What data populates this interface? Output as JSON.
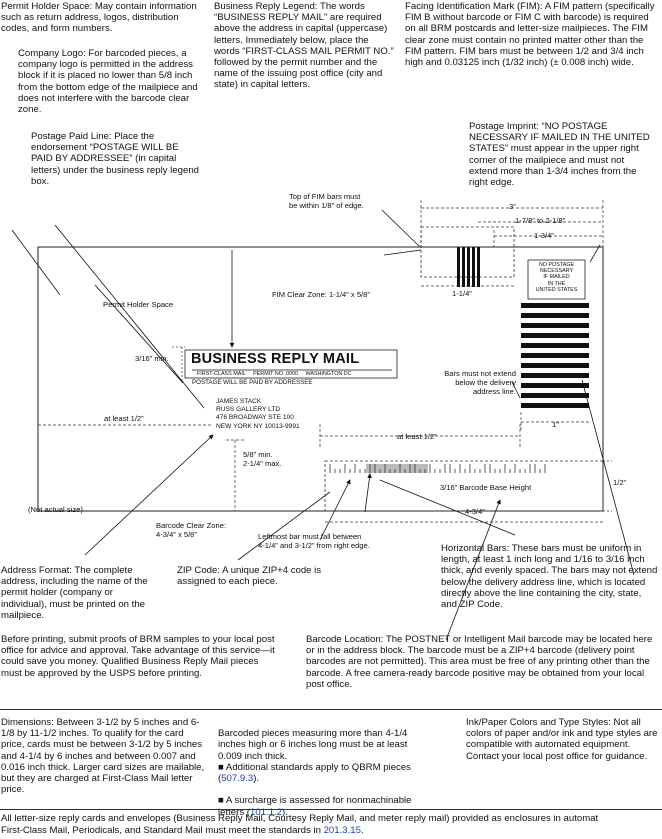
{
  "notes": {
    "permit_holder_space": {
      "label": "Permit Holder Space:",
      "text": " May contain information such as return address, logos, distribution codes, and form numbers."
    },
    "company_logo": {
      "label": "Company Logo:",
      "text": " For barcoded pieces, a company logo is permitted in the address block if it is placed no lower than 5/8 inch from the bottom edge of the mailpiece and does not interfere with the barcode clear zone."
    },
    "postage_paid_line": {
      "label": "Postage Paid Line:",
      "text": " Place the endorsement “POSTAGE WILL BE PAID BY ADDRESSEE” (in capital letters) under the business reply legend box."
    },
    "business_reply_legend": {
      "label": "Business Reply Legend:",
      "text": " The words “BUSINESS REPLY MAIL” are required above the address in capital (uppercase) letters. Immediately below, place the words “FIRST-CLASS MAIL PERMIT NO.” followed by the permit number and the name of the issuing post office (city and state) in capital letters."
    },
    "fim": {
      "label": "Facing Identification Mark (FIM):",
      "text": " A FIM pattern (specifically FIM B without barcode or FIM C with barcode) is required on all BRM postcards and letter-size mailpieces.  The FIM clear zone must contain no printed matter other than the FIM pattern. FIM bars must be between 1/2 and 3/4 inch high and 0.03125 inch (1/32 inch) (± 0.008 inch) wide."
    },
    "postage_imprint": {
      "label": "Postage Imprint:",
      "text": " “NO POSTAGE NECESSARY IF MAILED IN THE UNITED STATES” must appear in the upper right corner of the mailpiece and must not extend more than 1-3/4 inches from the right edge."
    },
    "address_format": {
      "label": "Address Format:",
      "text": " The complete address, including the name of the permit holder (company or individual), must be printed on the mailpiece."
    },
    "zip_code": {
      "label": "ZIP Code:",
      "text": " A unique ZIP+4 code is assigned to each piece."
    },
    "horizontal_bars": {
      "label": "Horizontal Bars:",
      "text": " These bars must be uniform in length, at least 1 inch long and 1/16 to 3/16 inch thick, and evenly spaced. The bars may not extend below the delivery address line, which is located directly above the line containing the city, state, and ZIP Code."
    },
    "barcode_location": {
      "label": "Barcode Location:",
      "text": " The POSTNET or Intelligent Mail barcode may be located here or in the address block. The barcode must be a ZIP+4 barcode (delivery point barcodes are not permitted). This area must be free of any printing other than the barcode. A free camera-ready barcode positive may be obtained from your local post office."
    },
    "before_printing": "Before printing, submit proofs of BRM samples to your local post office for advice and approval. Take advantage of this service—it could save you money. Qualified Business Reply Mail pieces must be approved by the USPS before printing."
  },
  "diagram": {
    "permit_holder_space": "Permit Holder Space",
    "fim_top": "Top of FIM bars must\nbe within 1/8” of edge.",
    "fim_clear_zone": "FIM Clear Zone: 1-1/4” x 5/8”",
    "fim_width": "1-1/4”",
    "dim_3": "3”",
    "dim_1_7_8": "1-7/8” to 2-1/8”",
    "dim_1_3_4": "1-3/4”",
    "imprint_lines": "NO POSTAGE\nNECESSARY\nIF MAILED\nIN THE\nUNITED STATES",
    "bars_note": "Bars must not extend\nbelow the delivery\naddress line.",
    "dim_1": "1”",
    "dim_3_16": "3/16” min.",
    "brm_title": "BUSINESS REPLY MAIL",
    "brm_permit": "FIRST-CLASS MAIL     PERMIT NO. 0000     WASHINGTON DC",
    "postage_paid": "POSTAGE WILL BE PAID BY ADDRESSEE",
    "address": "JAMES STACK\nRUSS GALLERY LTD\n476 BROADWAY STE 100\nNEW YORK NY  10013-9991",
    "at_least_left": "at least 1/2”",
    "at_least_right": "at least 1/2”",
    "dim_5_8": "5/8” min.\n2-1/4” max.",
    "barcode_base": "3/16” Barcode Base Height",
    "dim_1_2": "1/2”",
    "dim_4_3_4": "4-3/4”",
    "not_actual": "(Not actual size)",
    "barcode_clear_zone": "Barcode Clear Zone:\n4-3/4” x 5/8”",
    "leftmost_bar": "Leftmost bar must fall between\n4-1/4” and 3-1/2” from right edge."
  },
  "footer": {
    "dimensions": {
      "label": "Dimensions:",
      "text": " Between 3-1/2 by 5 inches and 6-1/8 by 11-1/2 inches. To qualify for the card price, cards must be between 3-1/2 by 5 inches and 4-1/4 by 6 inches and between 0.007 and 0.016 inch thick. Larger card sizes are mailable, but they are charged at First-Class Mail letter price."
    },
    "barcoded": "Barcoded pieces measuring more than 4-1/4 inches high or 6 inches long must be at least 0.009 inch thick.",
    "bullet1_pre": "■ Additional standards apply to QBRM pieces (",
    "bullet1_link": "507.9.3",
    "bullet1_post": ").",
    "bullet2_pre": "■ A surcharge is assessed for nonmachinable letters (",
    "bullet2_link": "101.1.2",
    "bullet2_post": ").",
    "ink": {
      "label": "Ink/Paper Colors and Type Styles:",
      "text": " Not all colors of paper and/or ink and type styles are compatible with automated equipment. Contact your local post office for guidance."
    },
    "bottom_line1": "All letter-size reply cards and envelopes (Business Reply Mail, Courtesy Reply Mail, and meter reply mail) provided as enclosures in automat",
    "bottom_line2_pre": "First-Class Mail, Periodicals, and Standard Mail must meet the standards in ",
    "bottom_link": "201.3.15",
    "bottom_line2_post": "."
  },
  "colors": {
    "link": "#1a3fa8",
    "ink": "#111111"
  }
}
